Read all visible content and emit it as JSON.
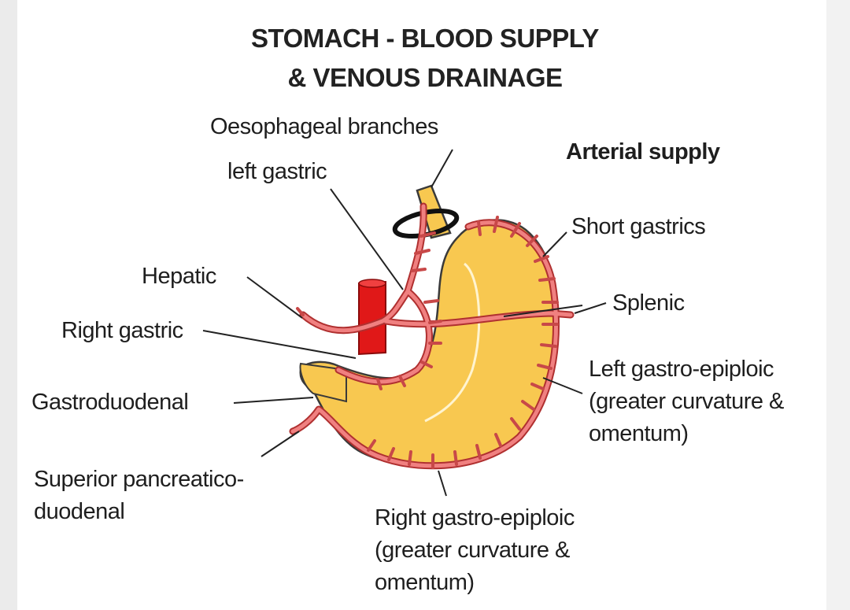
{
  "title": {
    "line1": "STOMACH - BLOOD SUPPLY",
    "line2": "& VENOUS DRAINAGE"
  },
  "section_heading": "Arterial supply",
  "labels": {
    "oesophageal": "Oesophageal branches",
    "left_gastric": "left gastric",
    "hepatic": "Hepatic",
    "right_gastric": "Right gastric",
    "gastroduodenal": "Gastroduodenal",
    "sup_pancreatico_1": "Superior pancreatico-",
    "sup_pancreatico_2": "duodenal",
    "short_gastrics": "Short gastrics",
    "splenic": "Splenic",
    "left_ge_1": "Left gastro-epiploic",
    "left_ge_2": "(greater curvature &",
    "left_ge_3": "omentum)",
    "right_ge_1": "Right gastro-epiploic",
    "right_ge_2": "(greater curvature &",
    "right_ge_3": "omentum)"
  },
  "colors": {
    "stomach": "#f8c850",
    "stomach_outline": "#3a3a3a",
    "artery": "#f08080",
    "artery_outline": "#b03030",
    "aorta": "#e01818",
    "ring": "#111111"
  }
}
